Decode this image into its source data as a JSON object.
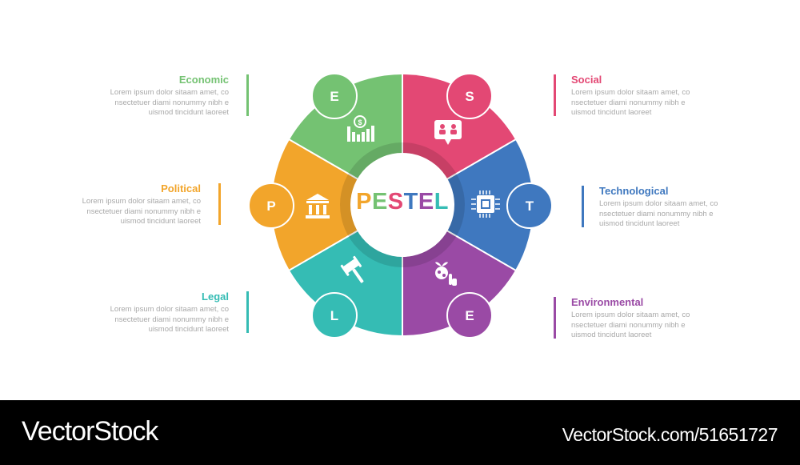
{
  "diagram": {
    "title_letters": [
      {
        "char": "P",
        "color": "#f2a52b"
      },
      {
        "char": "E",
        "color": "#74c272"
      },
      {
        "char": "S",
        "color": "#e34874"
      },
      {
        "char": "T",
        "color": "#3f78bf"
      },
      {
        "char": "E",
        "color": "#9a4aa5"
      },
      {
        "char": "L",
        "color": "#35bcb4"
      }
    ],
    "segments": [
      {
        "letter": "S",
        "label": "Social",
        "color": "#e34874",
        "icon": "people-chat-icon"
      },
      {
        "letter": "T",
        "label": "Technological",
        "color": "#3f78bf",
        "icon": "chip-icon"
      },
      {
        "letter": "E",
        "label": "Environmental",
        "color": "#9a4aa5",
        "icon": "globe-plant-hand-icon"
      },
      {
        "letter": "L",
        "label": "Legal",
        "color": "#35bcb4",
        "icon": "gavel-icon"
      },
      {
        "letter": "P",
        "label": "Political",
        "color": "#f2a52b",
        "icon": "government-building-icon"
      },
      {
        "letter": "E",
        "label": "Economic",
        "color": "#74c272",
        "icon": "dollar-chart-icon"
      }
    ],
    "descriptions": {
      "economic": {
        "title": "Economic",
        "line1": "Lorem ipsum dolor sitaam amet, co",
        "line2": "nsectetuer diami nonummy  nibh e",
        "line3": "uismod tincidunt laoreet"
      },
      "political": {
        "title": "Political",
        "line1": "Lorem ipsum dolor sitaam amet, co",
        "line2": "nsectetuer diami nonummy  nibh e",
        "line3": "uismod tincidunt laoreet"
      },
      "legal": {
        "title": "Legal",
        "line1": "Lorem ipsum dolor sitaam amet, co",
        "line2": "nsectetuer diami nonummy  nibh e",
        "line3": "uismod tincidunt laoreet"
      },
      "social": {
        "title": "Social",
        "line1": "Lorem ipsum dolor sitaam amet, co",
        "line2": "nsectetuer diami nonummy  nibh e",
        "line3": "uismod tincidunt laoreet"
      },
      "technological": {
        "title": "Technological",
        "line1": "Lorem ipsum dolor sitaam amet, co",
        "line2": "nsectetuer diami nonummy  nibh e",
        "line3": "uismod tincidunt laoreet"
      },
      "environmental": {
        "title": "Environmental",
        "line1": "Lorem ipsum dolor sitaam amet, co",
        "line2": "nsectetuer diami nonummy  nibh e",
        "line3": "uismod tincidunt laoreet"
      }
    }
  },
  "footer": {
    "brand": "VectorStock",
    "reference": "VectorStock.com/51651727"
  }
}
